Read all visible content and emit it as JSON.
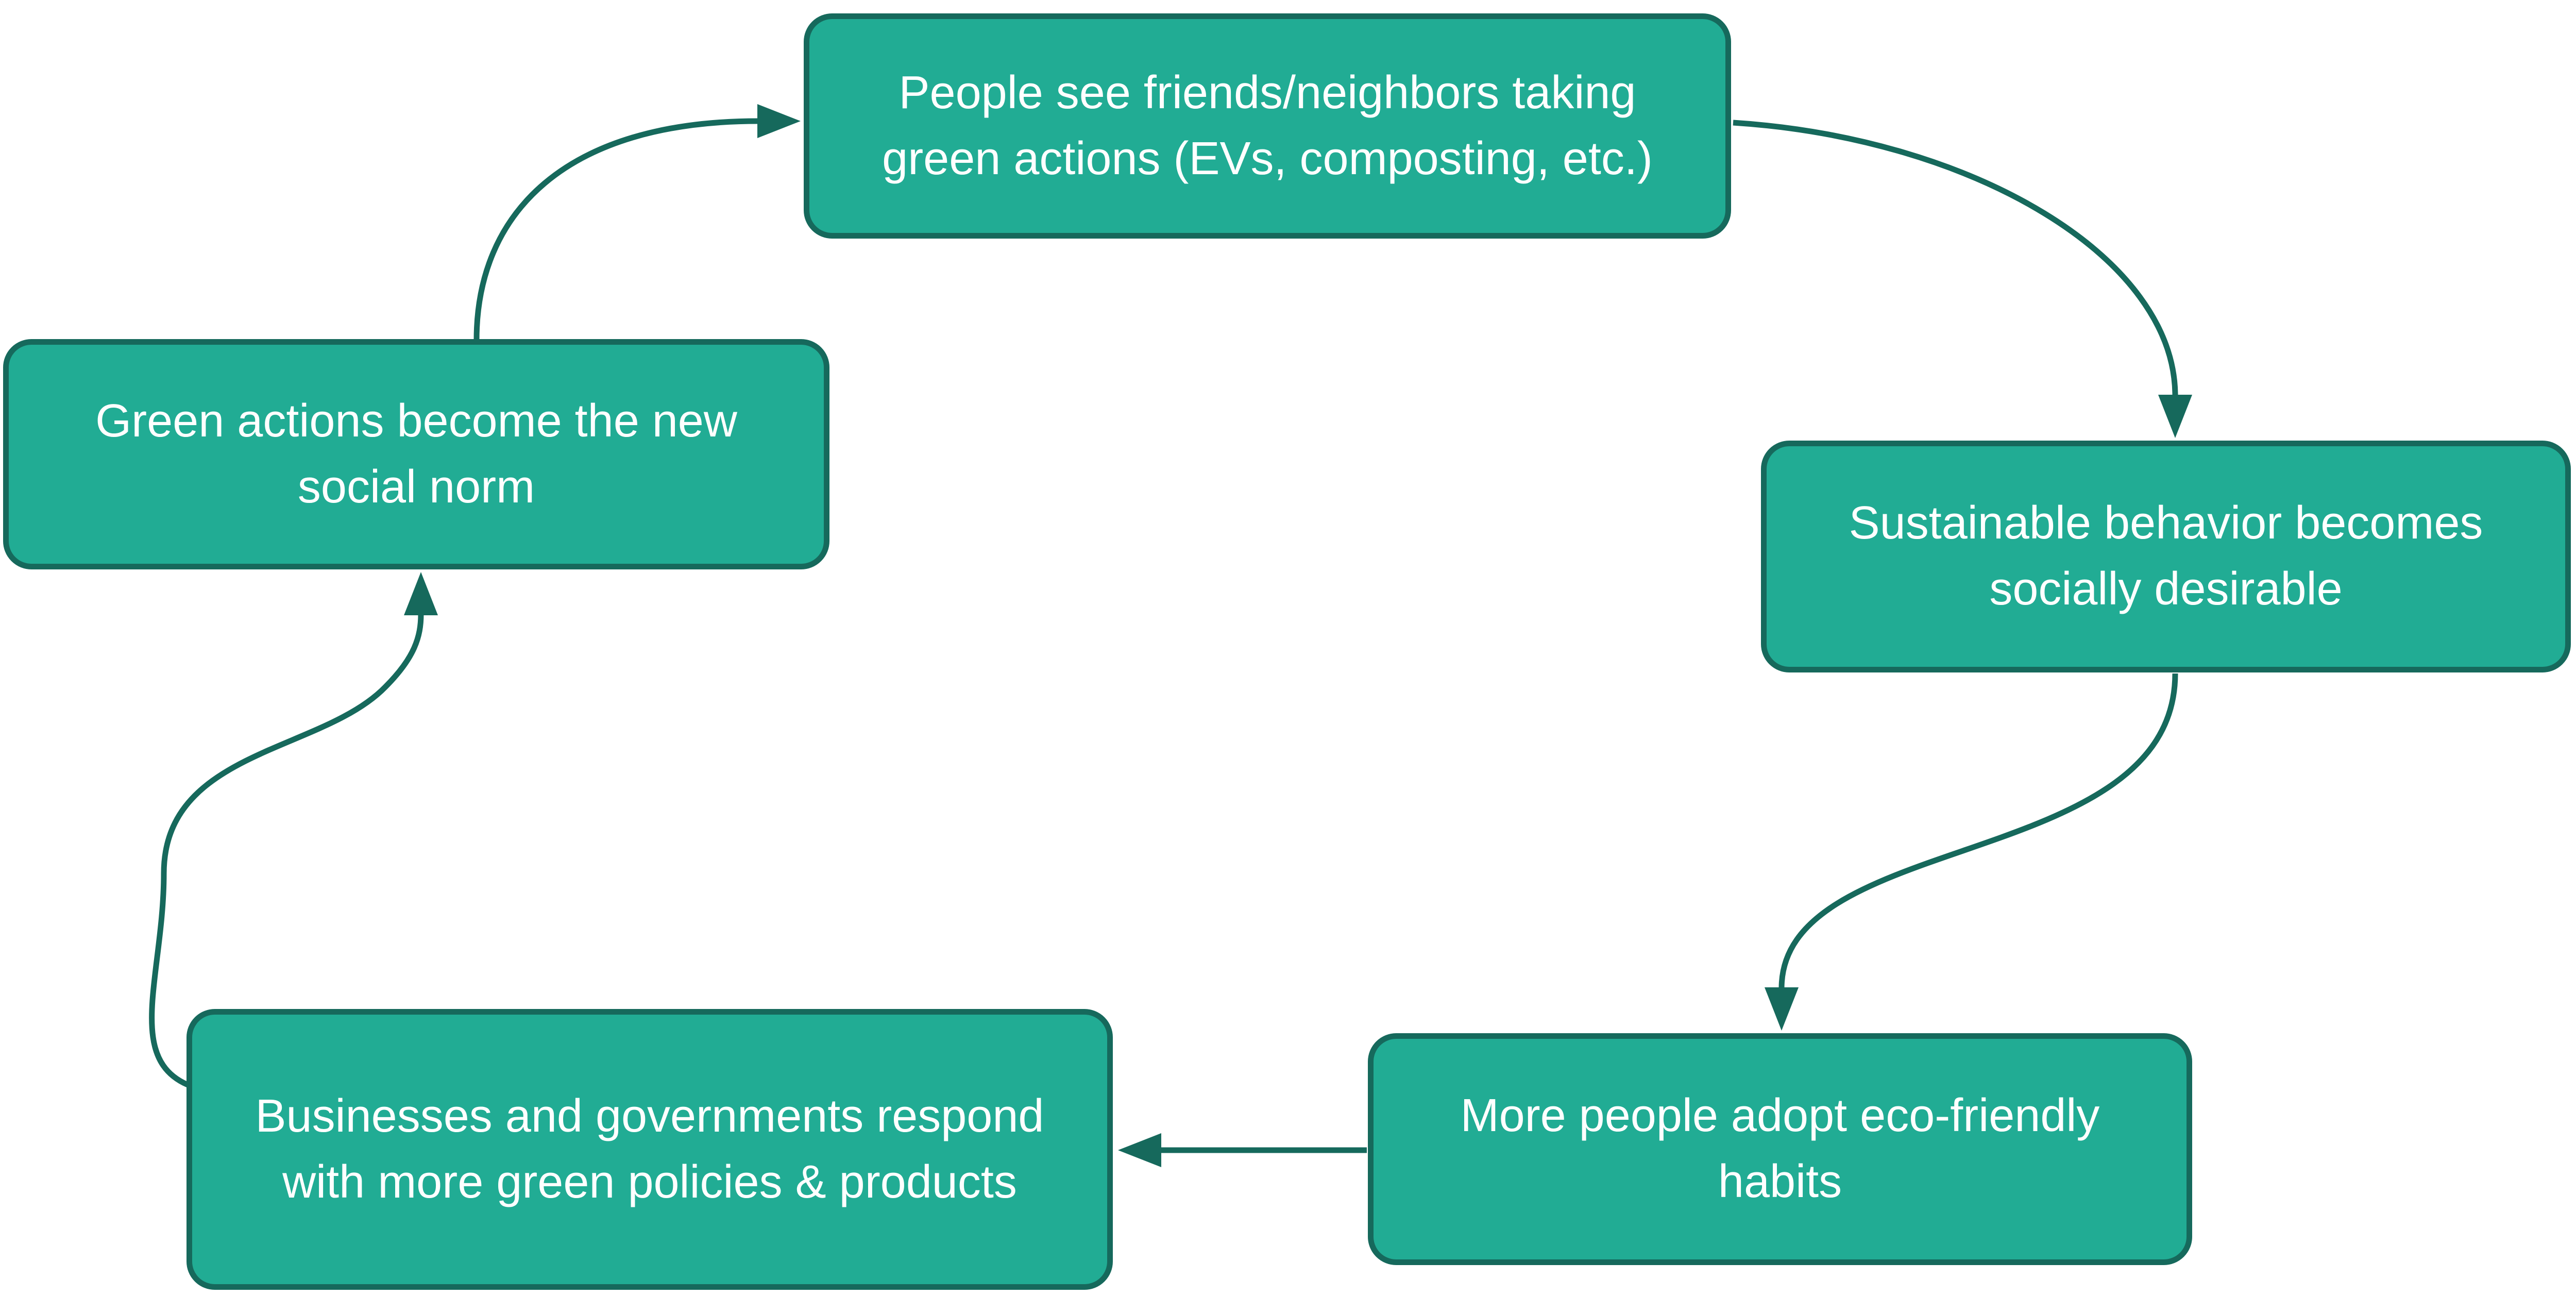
{
  "diagram": {
    "type": "cycle-flowchart",
    "title": "",
    "background_color": "#ffffff",
    "colors": {
      "node_fill": "#21AC94",
      "node_border": "#16695C",
      "arrow": "#16695C",
      "node_text": "#FFFFFF"
    },
    "nodes": [
      {
        "id": "see-green-actions",
        "label": "People see friends/neighbors taking green actions (EVs, composting, etc.)"
      },
      {
        "id": "socially-desirable",
        "label": "Sustainable behavior becomes socially desirable"
      },
      {
        "id": "adopt-habits",
        "label": "More people adopt eco-friendly habits"
      },
      {
        "id": "biz-gov-respond",
        "label": "Businesses and governments respond with more green policies & products"
      },
      {
        "id": "new-social-norm",
        "label": "Green actions become the new social norm"
      }
    ],
    "edges": [
      {
        "from": "new-social-norm",
        "to": "see-green-actions"
      },
      {
        "from": "see-green-actions",
        "to": "socially-desirable"
      },
      {
        "from": "socially-desirable",
        "to": "adopt-habits"
      },
      {
        "from": "adopt-habits",
        "to": "biz-gov-respond"
      },
      {
        "from": "biz-gov-respond",
        "to": "new-social-norm"
      }
    ]
  }
}
